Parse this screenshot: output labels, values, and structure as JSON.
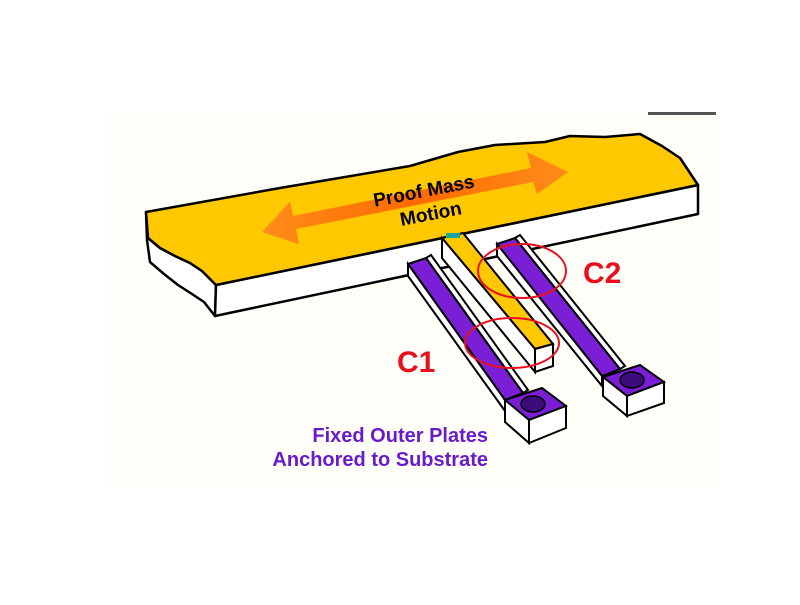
{
  "diagram": {
    "motion_label_line1": "Proof Mass",
    "motion_label_line2": "Motion",
    "capacitor_1_label": "C1",
    "capacitor_2_label": "C2",
    "plates_label_line1": "Fixed Outer Plates",
    "plates_label_line2": "Anchored to Substrate"
  },
  "colors": {
    "proof_mass": "#FFC800",
    "fixed_plates": "#7B1FD6",
    "arrow": "#FF7A00",
    "capacitor_label": "#E8101E",
    "capacitor_circle": "#E8101E",
    "plates_label": "#6A1BC9",
    "finger_tip": "#1AA89C"
  }
}
